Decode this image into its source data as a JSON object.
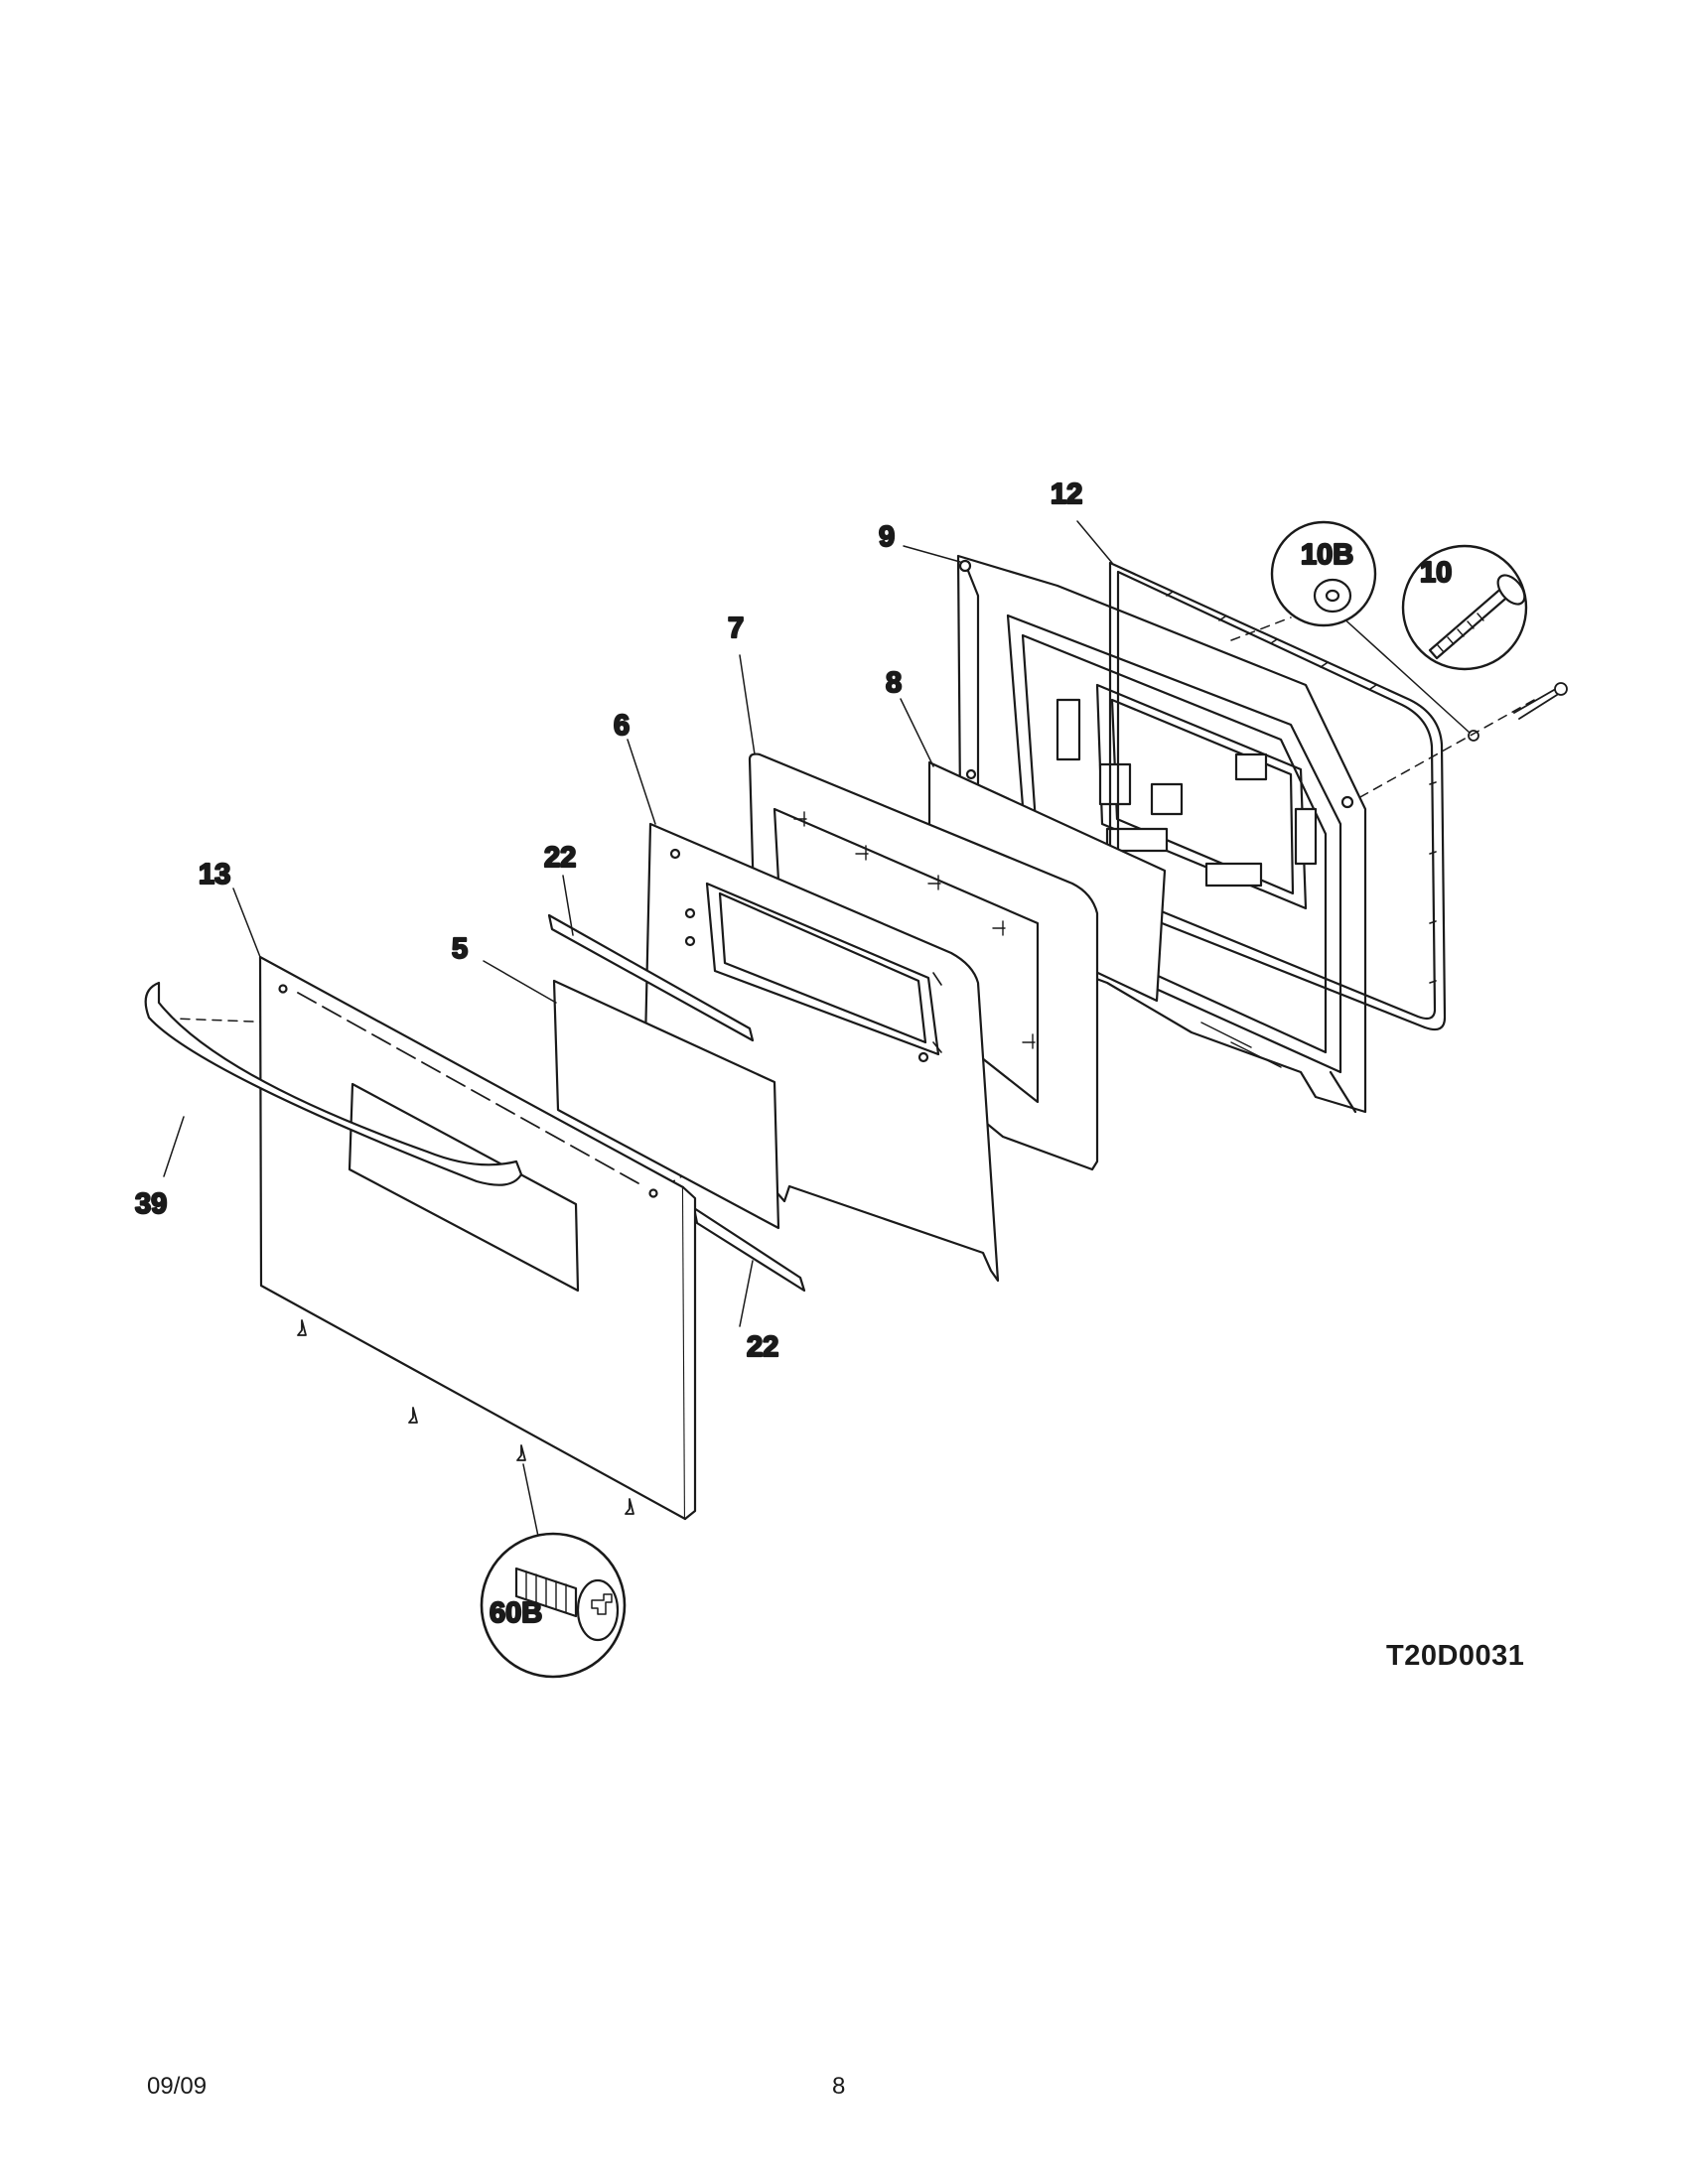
{
  "diagram": {
    "callouts": {
      "door_panel": "13",
      "door_handle": "39",
      "outer_glass": "5",
      "glass_channel_upper": "22",
      "glass_channel_lower": "22",
      "glass_retainer": "6",
      "insulation_shield": "7",
      "inner_glass": "8",
      "inner_door_liner": "9",
      "door_gasket": "12",
      "washer": "10B",
      "screw_handle": "10",
      "screw_panel": "60B"
    },
    "code": "T20D0031"
  },
  "footer": {
    "date": "09/09",
    "page_number": "8"
  }
}
